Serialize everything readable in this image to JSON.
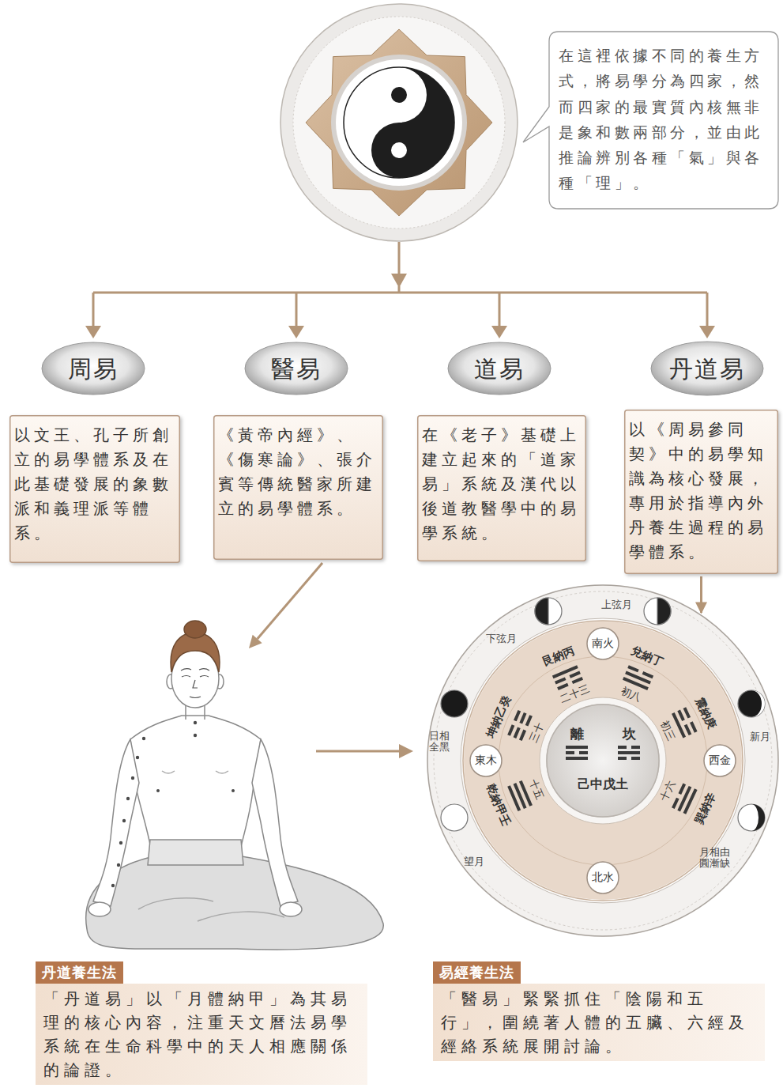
{
  "diagram": {
    "nodes": [
      {
        "text": [
          "在這裡依據不同的養生方式，將易學分為四家，然而四家的最實質內核無非是象和數兩部分，並由此推論辨別各種「氣」與各種「理」。"
        ]
      },
      {
        "text": [
          "周易"
        ]
      },
      {
        "text": [
          "醫易"
        ]
      },
      {
        "text": [
          "道易"
        ]
      },
      {
        "text": [
          "丹道易"
        ]
      },
      {
        "text": [
          "以文王、孔子所創立的易學體系及在此基礎發展的象數派和義理派等體系。"
        ]
      },
      {
        "text": [
          "《黃帝內經》、《傷寒論》、張介賓等傳統醫家所建立的易學體系。"
        ]
      },
      {
        "text": [
          "在《老子》基礎上建立起來的「道家易」系統及漢代以後道教醫學中的易學系統。"
        ]
      },
      {
        "text": [
          "以《周易參同契》中的易學知識為核心發展，專用於指導內外丹養生過程的易學體系。"
        ]
      },
      {
        "text": [
          "上弦月",
          "下弦月",
          "日相全黑",
          "新月",
          "望月",
          "月相由圓漸缺"
        ]
      },
      {
        "text": [
          "艮納丙",
          "二十三",
          "兌納丁",
          "初八",
          "震納庚",
          "初三",
          "巽納辛",
          "十六",
          "乾納甲壬",
          "十五",
          "坤納乙癸",
          "三十"
        ],
        "in": 9
      },
      {
        "text": [
          "南火"
        ],
        "in": 10
      },
      {
        "text": [
          "東木"
        ],
        "in": 10
      },
      {
        "text": [
          "西金"
        ],
        "in": 10
      },
      {
        "text": [
          "北水"
        ],
        "in": 10
      },
      {
        "text": [
          "離",
          "坎",
          "己中戊土"
        ],
        "in": 10
      },
      {
        "text": [
          "丹道養生法",
          "「丹道易」以「月體納甲」為其易理的核心內容，注重天文曆法易學系統在生命科學中的天人相應關係的論證。"
        ]
      },
      {
        "text": [
          "易經養生法",
          "「醫易」緊緊抓住「陰陽和五行」，圍繞著人體的五臟、六經及經絡系統展開討論。"
        ]
      }
    ],
    "edges": [
      {
        "from": 8,
        "to": 9,
        "arrow": "to"
      }
    ]
  }
}
